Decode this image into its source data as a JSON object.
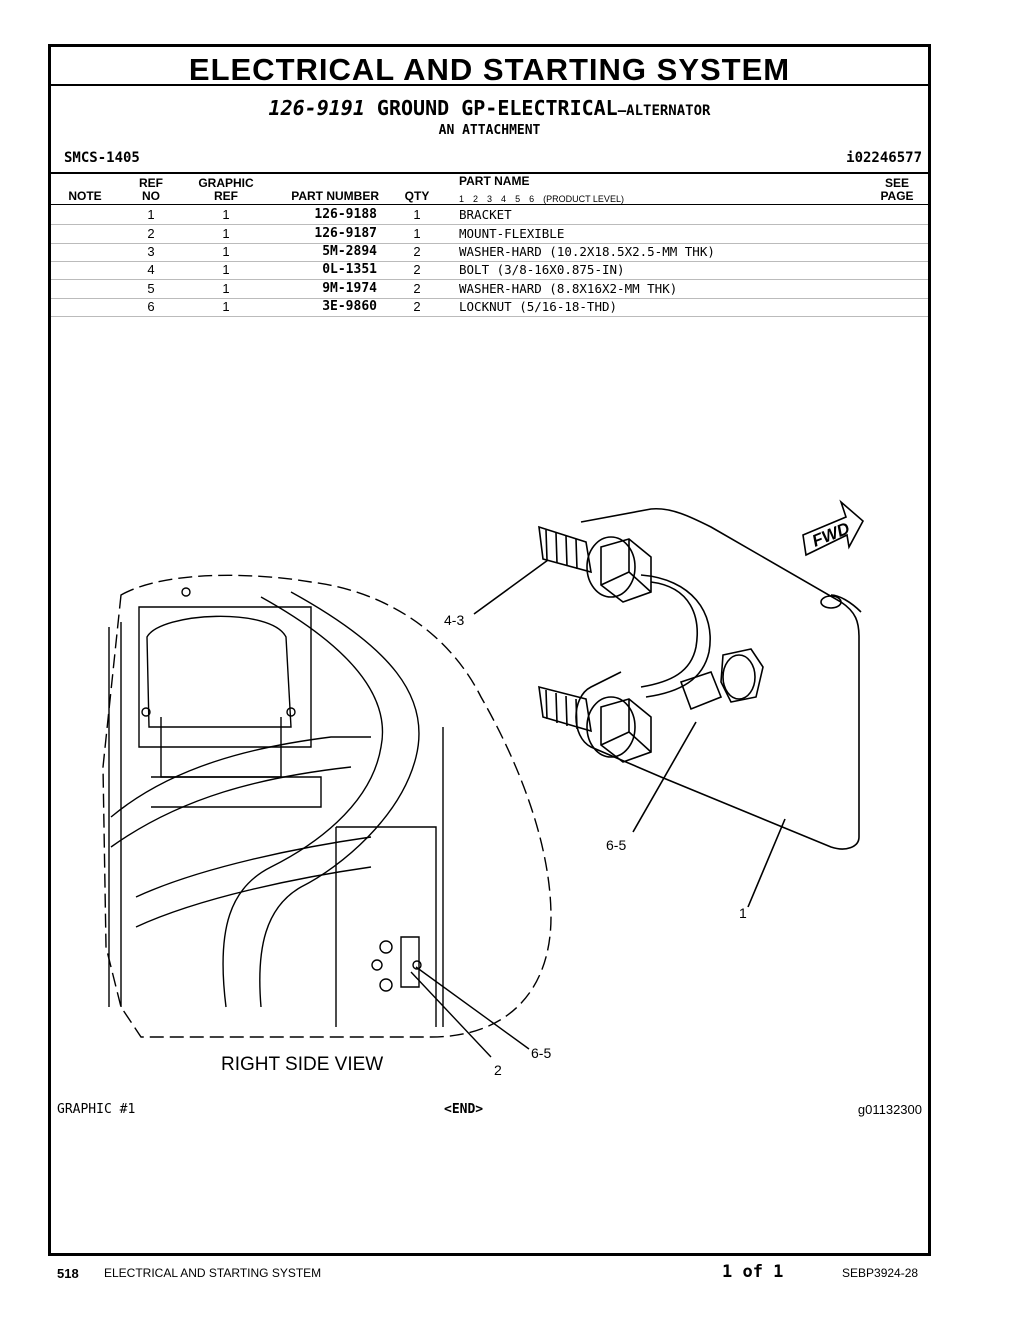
{
  "title": "ELECTRICAL AND STARTING SYSTEM",
  "group": {
    "part_number": "126-9191",
    "name": "GROUND GP-ELECTRICAL",
    "suffix": "—ALTERNATOR",
    "attachment": "AN ATTACHMENT"
  },
  "smcs": "SMCS-1405",
  "illustration_id": "i02246577",
  "columns": {
    "note": "NOTE",
    "ref_no_1": "REF",
    "ref_no_2": "NO",
    "graphic_ref_1": "GRAPHIC",
    "graphic_ref_2": "REF",
    "part_number": "PART NUMBER",
    "qty": "QTY",
    "part_name": "PART NAME",
    "product_level": [
      "1",
      "2",
      "3",
      "4",
      "5",
      "6",
      "(PRODUCT LEVEL)"
    ],
    "see_page_1": "SEE",
    "see_page_2": "PAGE"
  },
  "parts": [
    {
      "ref": "1",
      "graphic": "1",
      "part_number": "126-9188",
      "qty": "1",
      "name": "BRACKET"
    },
    {
      "ref": "2",
      "graphic": "1",
      "part_number": "126-9187",
      "qty": "1",
      "name": "MOUNT-FLEXIBLE"
    },
    {
      "ref": "3",
      "graphic": "1",
      "part_number": "5M-2894",
      "qty": "2",
      "name": "WASHER-HARD (10.2X18.5X2.5-MM THK)"
    },
    {
      "ref": "4",
      "graphic": "1",
      "part_number": "0L-1351",
      "qty": "2",
      "name": "BOLT (3/8-16X0.875-IN)"
    },
    {
      "ref": "5",
      "graphic": "1",
      "part_number": "9M-1974",
      "qty": "2",
      "name": "WASHER-HARD (8.8X16X2-MM THK)"
    },
    {
      "ref": "6",
      "graphic": "1",
      "part_number": "3E-9860",
      "qty": "2",
      "name": "LOCKNUT (5/16-18-THD)"
    }
  ],
  "graphic": {
    "callouts": {
      "c43": "4-3",
      "c65a": "6-5",
      "c1": "1",
      "c65b": "6-5",
      "c2": "2"
    },
    "fwd": "FWD",
    "view_label": "RIGHT SIDE VIEW",
    "graphic_number": "GRAPHIC #1",
    "end": "<END>",
    "graphic_id": "g01132300"
  },
  "footer": {
    "page": "518",
    "section": "ELECTRICAL AND STARTING SYSTEM",
    "of": "1 of 1",
    "doc": "SEBP3924-28"
  }
}
